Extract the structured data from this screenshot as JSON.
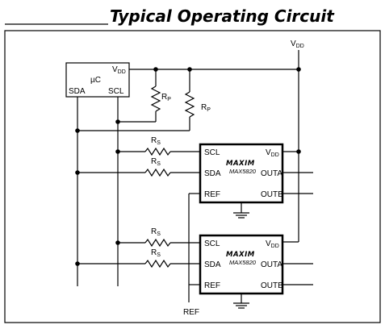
{
  "title": "Typical Operating Circuit",
  "supply": {
    "label": "V",
    "sub": "DD"
  },
  "microcontroller": {
    "symbol": "µC",
    "vdd_label": "V",
    "vdd_sub": "DD",
    "sda_label": "SDA",
    "scl_label": "SCL"
  },
  "pullups": [
    {
      "label": "R",
      "sub": "P"
    },
    {
      "label": "R",
      "sub": "P"
    }
  ],
  "series_resistors": {
    "label": "R",
    "sub": "S"
  },
  "chips": [
    {
      "logo": "MAXIM",
      "part": "MAX5820",
      "scl": "SCL",
      "sda": "SDA",
      "ref": "REF",
      "vdd": "V",
      "vdd_sub": "DD",
      "outa": "OUTA",
      "outb": "OUTB"
    },
    {
      "logo": "MAXIM",
      "part": "MAX5820",
      "scl": "SCL",
      "sda": "SDA",
      "ref": "REF",
      "vdd": "V",
      "vdd_sub": "DD",
      "outa": "OUTA",
      "outb": "OUTB"
    }
  ],
  "ref_label": "REF"
}
